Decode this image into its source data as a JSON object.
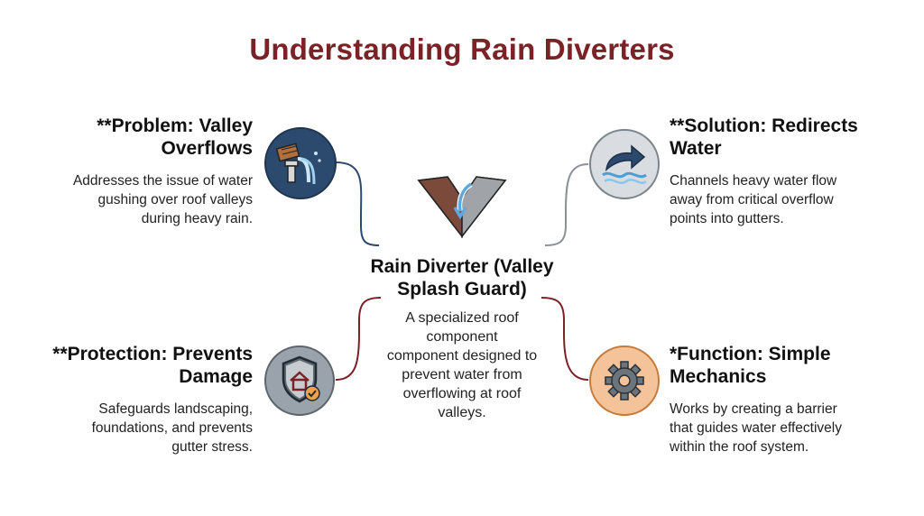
{
  "title": "Understanding Rain Diverters",
  "center": {
    "heading_line1": "Rain Diverter (Valley",
    "heading_line2": "Splash Guard)",
    "desc_line1": "A specialized roof",
    "desc_line2": "component",
    "desc_line3": "component designed to",
    "desc_line4": "prevent water from",
    "desc_line5": "overflowing at roof",
    "desc_line6": "valleys.",
    "icon": "roof-valley-diverter-icon"
  },
  "problem": {
    "heading_line1": "**Problem: Valley",
    "heading_line2": "Overflows",
    "desc_line1": "Addresses the issue of water",
    "desc_line2": "gushing over roof valleys",
    "desc_line3": "during heavy rain.",
    "icon": "overflowing-gutter-icon",
    "circle_color": "#2c4a6e"
  },
  "solution": {
    "heading_line1": "**Solution: Redirects",
    "heading_line2": "Water",
    "desc_line1": "Channels heavy water flow",
    "desc_line2": "away from critical overflow",
    "desc_line3": "points into gutters.",
    "icon": "redirect-arrow-water-icon",
    "circle_color": "#d9dde2"
  },
  "protection": {
    "heading_line1": "**Protection: Prevents",
    "heading_line2": "Damage",
    "desc_line1": "Safeguards landscaping,",
    "desc_line2": "foundations, and prevents",
    "desc_line3": "gutter stress.",
    "icon": "house-shield-check-icon",
    "circle_color": "#9aa3ab"
  },
  "function": {
    "heading_line1": "*Function: Simple",
    "heading_line2": "Mechanics",
    "desc_line1": "Works by creating a barrier",
    "desc_line2": "that guides water effectively",
    "desc_line3": "within the roof system.",
    "icon": "gear-icon",
    "circle_color": "#f4c39a"
  },
  "colors": {
    "title": "#7a2226",
    "connector_blue": "#2c4a6e",
    "connector_red": "#7a2226",
    "connector_gray": "#8a9299"
  }
}
